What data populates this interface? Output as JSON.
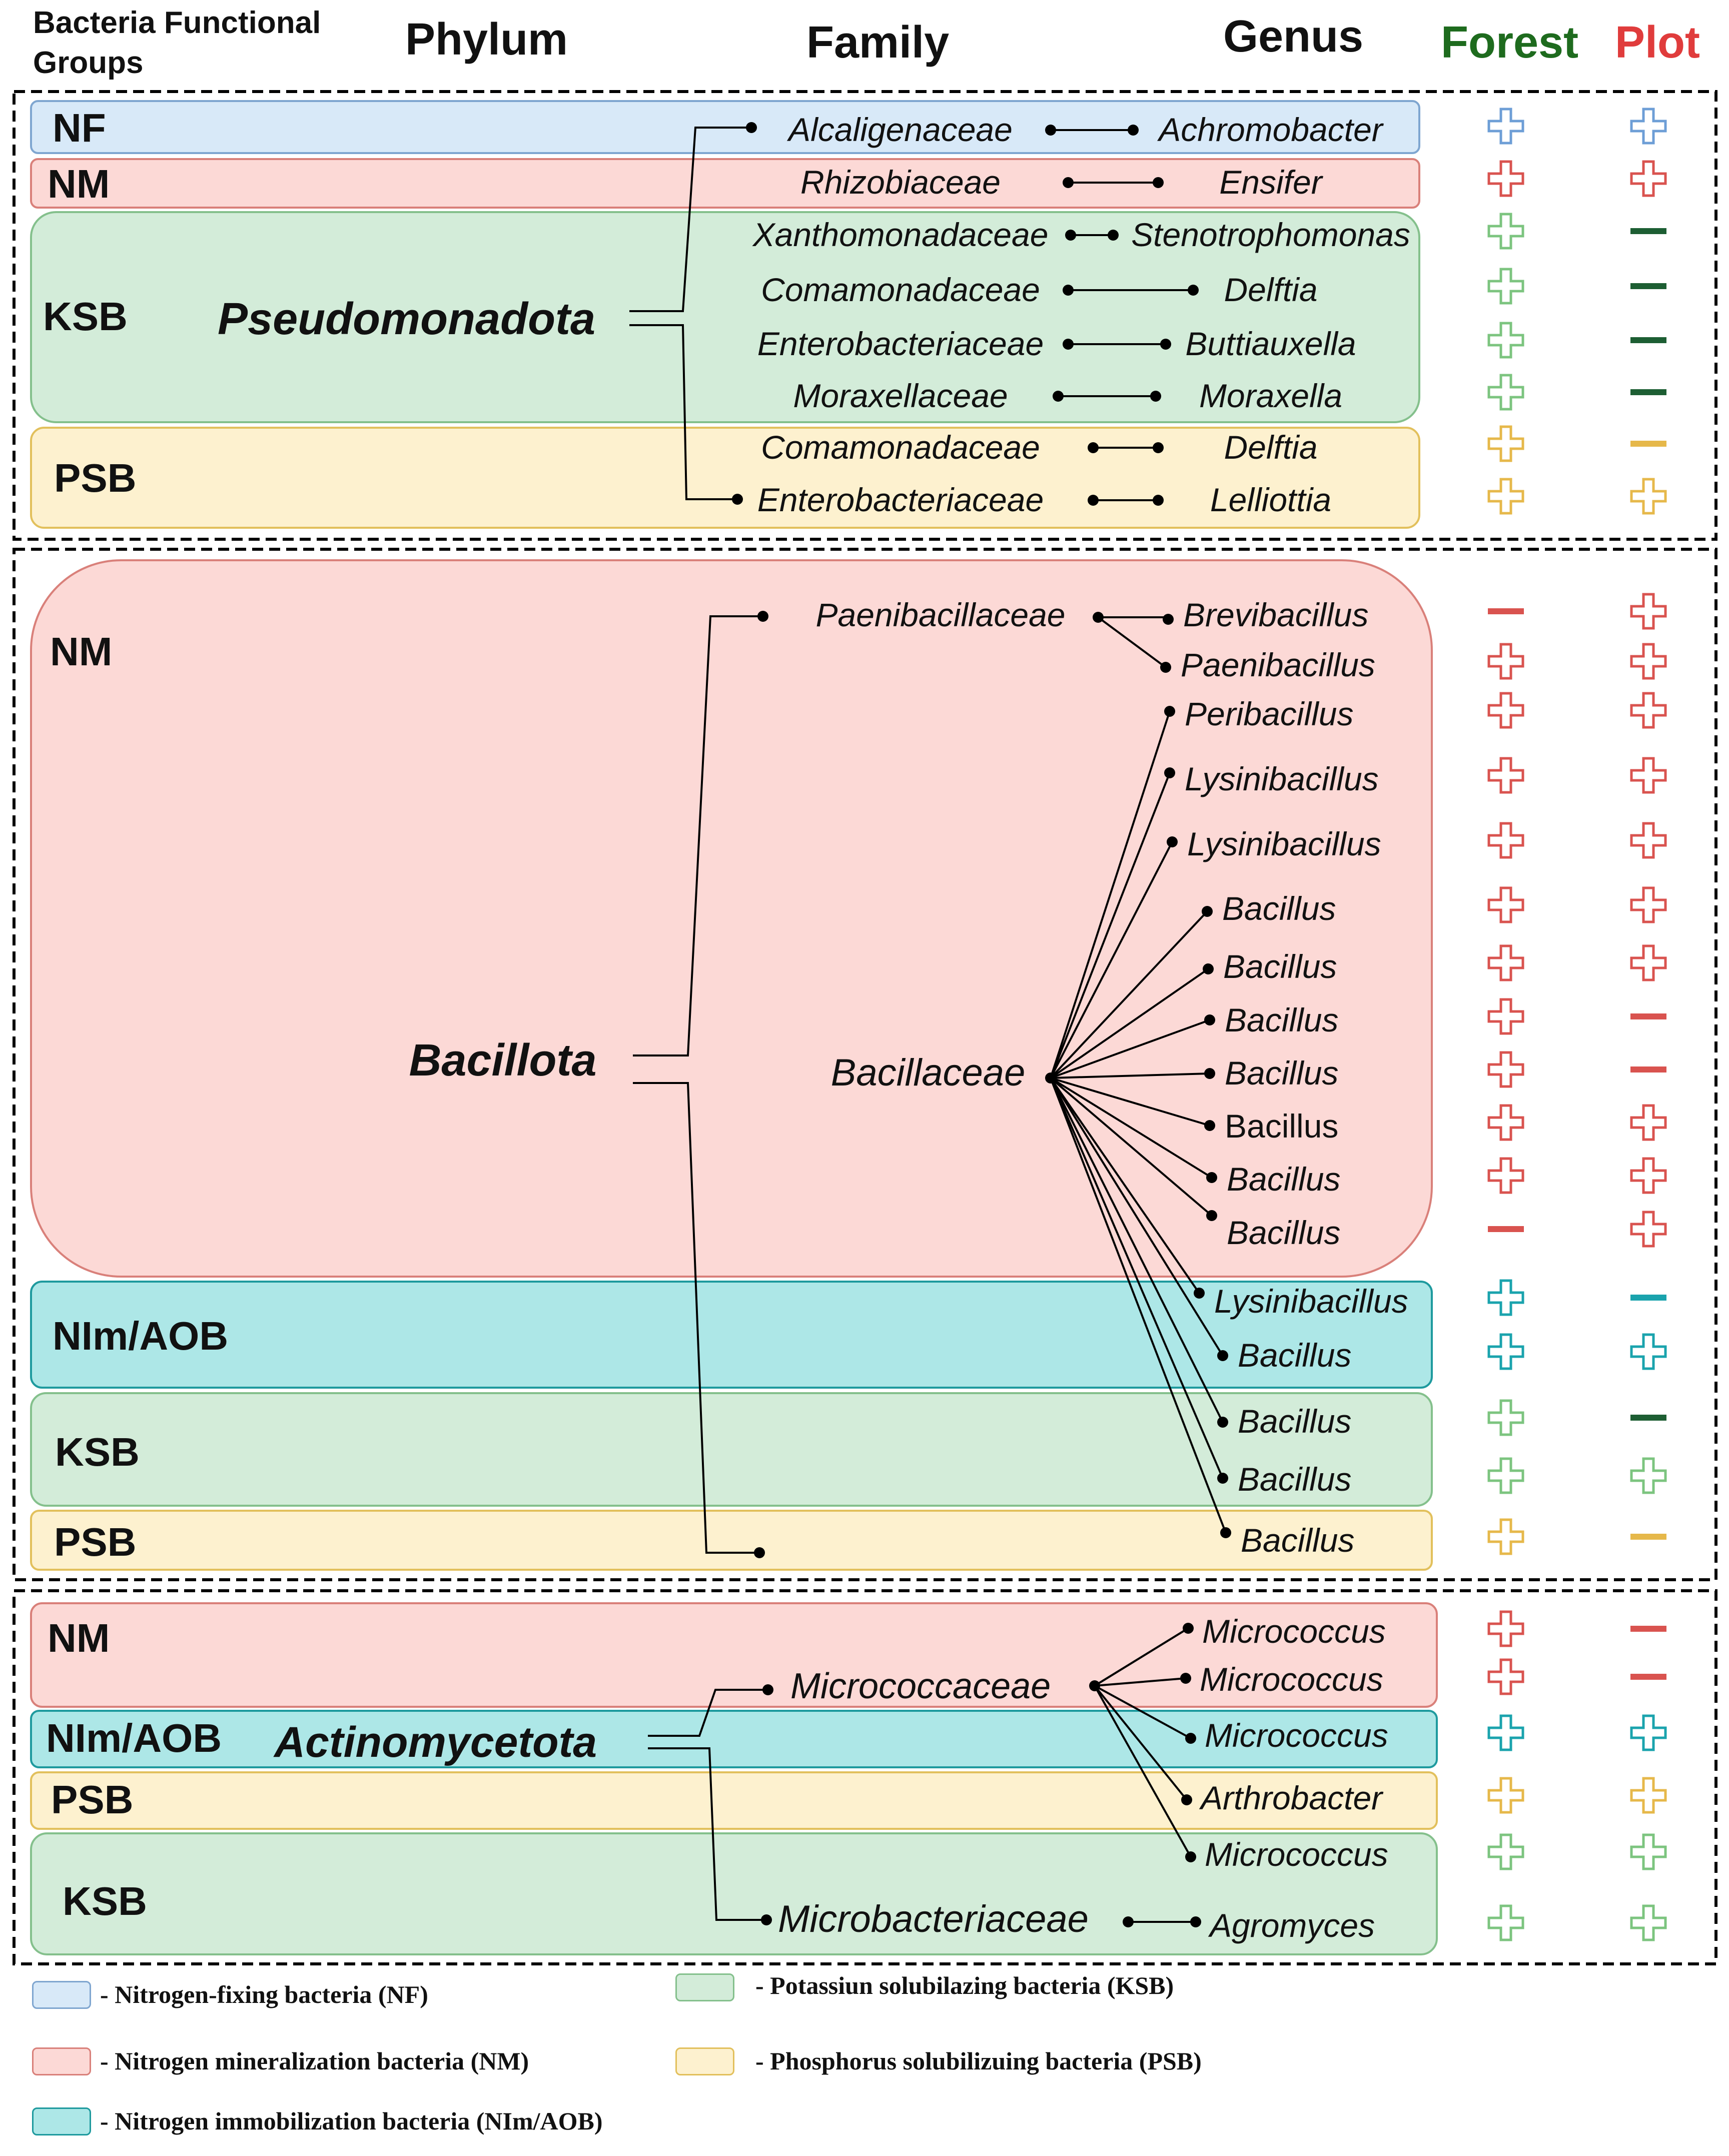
{
  "header": {
    "groups_label_line1": "Bacteria Functional",
    "groups_label_line2": "Groups",
    "phylum": "Phylum",
    "family": "Family",
    "genus": "Genus",
    "forest": "Forest",
    "plot": "Plot"
  },
  "colors": {
    "NF": {
      "fill": "#d8e9f8",
      "stroke": "#7fa6d0",
      "mark": "#6d9ed6"
    },
    "NM": {
      "fill": "#fcd9d6",
      "stroke": "#d9807a",
      "mark": "#d9534f"
    },
    "KSB": {
      "fill": "#d3ecd9",
      "stroke": "#84c08c",
      "mark": "#7cc47f"
    },
    "PSB": {
      "fill": "#fdf1cf",
      "stroke": "#e2c05c",
      "mark": "#e6b84a"
    },
    "NIM": {
      "fill": "#ade7e7",
      "stroke": "#1e9a9e",
      "mark": "#1aa3ad"
    },
    "forest_header": "#1e6b1e",
    "plot_header": "#e03c3c",
    "ksb_minus_dark": "#1d5e33"
  },
  "sections": [
    {
      "phylum": "Pseudomonadota",
      "groups": [
        {
          "code": "NF",
          "label": "NF"
        },
        {
          "code": "NM",
          "label": "NM"
        },
        {
          "code": "KSB",
          "label": "KSB"
        },
        {
          "code": "PSB",
          "label": "PSB"
        }
      ],
      "rows": [
        {
          "family": "Alcaligenaceae",
          "genus": "Achromobacter",
          "group": "NF",
          "forest": "+",
          "plot": "+"
        },
        {
          "family": "Rhizobiaceae",
          "genus": "Ensifer",
          "group": "NM",
          "forest": "+",
          "plot": "+"
        },
        {
          "family": "Xanthomonadaceae",
          "genus": "Stenotrophomonas",
          "group": "KSB",
          "forest": "+",
          "plot": "−"
        },
        {
          "family": "Comamonadaceae",
          "genus": "Delftia",
          "group": "KSB",
          "forest": "+",
          "plot": "−"
        },
        {
          "family": "Enterobacteriaceae",
          "genus": "Buttiauxella",
          "group": "KSB",
          "forest": "+",
          "plot": "−"
        },
        {
          "family": "Moraxellaceae",
          "genus": "Moraxella",
          "group": "KSB",
          "forest": "+",
          "plot": "−"
        },
        {
          "family": "Comamonadaceae",
          "genus": "Delftia",
          "group": "PSB",
          "forest": "+",
          "plot": "−"
        },
        {
          "family": "Enterobacteriaceae",
          "genus": "Lelliottia",
          "group": "PSB",
          "forest": "+",
          "plot": "+"
        }
      ]
    },
    {
      "phylum": "Bacillota",
      "groups": [
        {
          "code": "NM",
          "label": "NM"
        },
        {
          "code": "NIM",
          "label": "NIm/AOB"
        },
        {
          "code": "KSB",
          "label": "KSB"
        },
        {
          "code": "PSB",
          "label": "PSB"
        }
      ],
      "families": [
        "Paenibacillaceae",
        "Bacillaceae"
      ],
      "rows": [
        {
          "genus": "Brevibacillus",
          "family": "Paenibacillaceae",
          "group": "NM",
          "forest": "−",
          "plot": "+"
        },
        {
          "genus": "Paenibacillus",
          "family": "Paenibacillaceae",
          "group": "NM",
          "forest": "+",
          "plot": "+"
        },
        {
          "genus": "Peribacillus",
          "family": "Bacillaceae",
          "group": "NM",
          "forest": "+",
          "plot": "+"
        },
        {
          "genus": "Lysinibacillus",
          "family": "Bacillaceae",
          "group": "NM",
          "forest": "+",
          "plot": "+"
        },
        {
          "genus": "Lysinibacillus",
          "family": "Bacillaceae",
          "group": "NM",
          "forest": "+",
          "plot": "+"
        },
        {
          "genus": "Bacillus",
          "family": "Bacillaceae",
          "group": "NM",
          "forest": "+",
          "plot": "+"
        },
        {
          "genus": "Bacillus",
          "family": "Bacillaceae",
          "group": "NM",
          "forest": "+",
          "plot": "+"
        },
        {
          "genus": "Bacillus",
          "family": "Bacillaceae",
          "group": "NM",
          "forest": "+",
          "plot": "−"
        },
        {
          "genus": "Bacillus",
          "family": "Bacillaceae",
          "group": "NM",
          "forest": "+",
          "plot": "−"
        },
        {
          "genus": "Bacillus",
          "family": "Bacillaceae",
          "group": "NM",
          "forest": "+",
          "plot": "+"
        },
        {
          "genus": "Bacillus",
          "family": "Bacillaceae",
          "group": "NM",
          "forest": "+",
          "plot": "+"
        },
        {
          "genus": "Bacillus",
          "family": "Bacillaceae",
          "group": "NM",
          "forest": "−",
          "plot": "+"
        },
        {
          "genus": "Lysinibacillus",
          "family": "Bacillaceae",
          "group": "NIM",
          "forest": "+",
          "plot": "−"
        },
        {
          "genus": "Bacillus",
          "family": "Bacillaceae",
          "group": "NIM",
          "forest": "+",
          "plot": "+"
        },
        {
          "genus": "Bacillus",
          "family": "Bacillaceae",
          "group": "KSB",
          "forest": "+",
          "plot": "−"
        },
        {
          "genus": "Bacillus",
          "family": "Bacillaceae",
          "group": "KSB",
          "forest": "+",
          "plot": "+"
        },
        {
          "genus": "Bacillus",
          "family": "Bacillaceae",
          "group": "PSB",
          "forest": "+",
          "plot": "−"
        }
      ]
    },
    {
      "phylum": "Actinomycetota",
      "groups": [
        {
          "code": "NM",
          "label": "NM"
        },
        {
          "code": "NIM",
          "label": "NIm/AOB"
        },
        {
          "code": "PSB",
          "label": "PSB"
        },
        {
          "code": "KSB",
          "label": "KSB"
        }
      ],
      "families": [
        "Micrococcaceae",
        "Microbacteriaceae"
      ],
      "rows": [
        {
          "genus": "Micrococcus",
          "family": "Micrococcaceae",
          "group": "NM",
          "forest": "+",
          "plot": "−"
        },
        {
          "genus": "Micrococcus",
          "family": "Micrococcaceae",
          "group": "NM",
          "forest": "+",
          "plot": "−"
        },
        {
          "genus": "Micrococcus",
          "family": "Micrococcaceae",
          "group": "NIM",
          "forest": "+",
          "plot": "+"
        },
        {
          "genus": "Arthrobacter",
          "family": "Micrococcaceae",
          "group": "PSB",
          "forest": "+",
          "plot": "+"
        },
        {
          "genus": "Micrococcus",
          "family": "Micrococcaceae",
          "group": "KSB",
          "forest": "+",
          "plot": "+"
        },
        {
          "genus": "Agromyces",
          "family": "Microbacteriaceae",
          "group": "KSB",
          "forest": "+",
          "plot": "+"
        }
      ]
    }
  ],
  "legend": [
    {
      "code": "NF",
      "text": "- Nitrogen-fixing bacteria (NF)"
    },
    {
      "code": "KSB",
      "text": "- Potassiun solubilazing bacteria (KSB)"
    },
    {
      "code": "NM",
      "text": "- Nitrogen mineralization bacteria (NM)"
    },
    {
      "code": "PSB",
      "text": "- Phosphorus solubilizuing bacteria (PSB)"
    },
    {
      "code": "NIM",
      "text": "- Nitrogen immobilization bacteria (NIm/AOB)"
    }
  ]
}
